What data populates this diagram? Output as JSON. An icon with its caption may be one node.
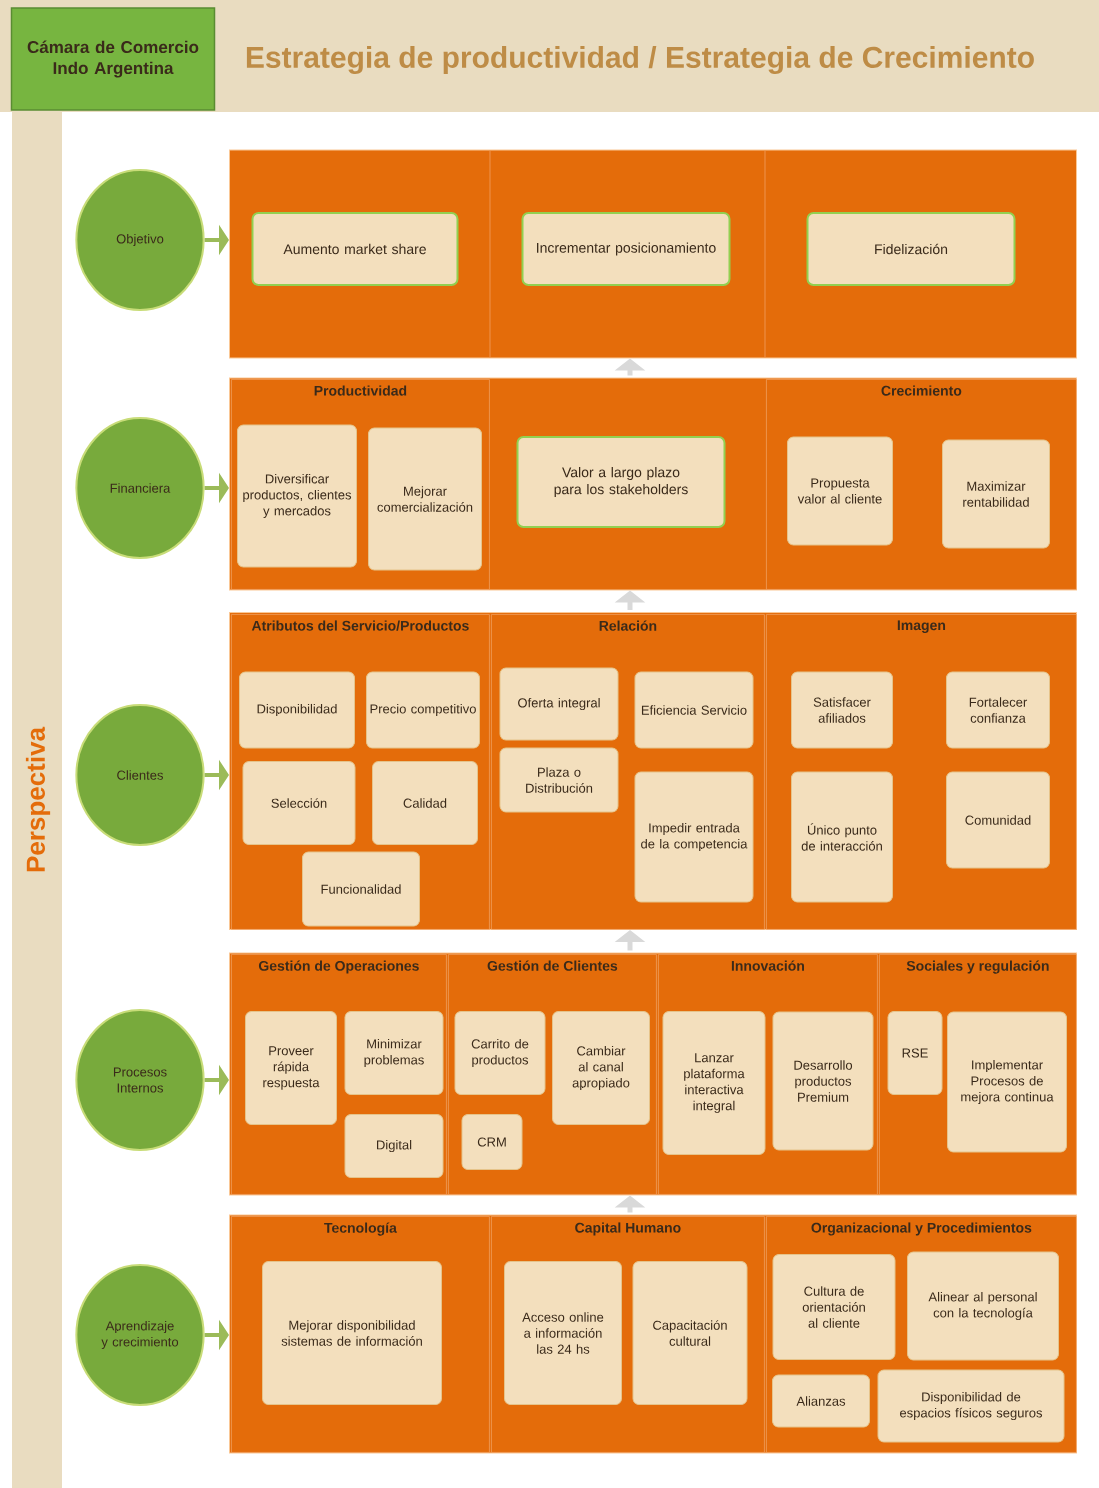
{
  "diagram": {
    "title": "Estrategia de productividad / Estrategia de Crecimiento",
    "nodes": [
      {
        "text": [
          "Cámara de Comercio Indo Argentina"
        ]
      },
      {
        "text": [
          "Objetivo"
        ]
      },
      {
        "text": [],
        "shape": "box"
      },
      {
        "text": [
          "Aumento market share"
        ],
        "in": 2
      },
      {
        "text": [
          "Incrementar posicionamiento"
        ],
        "in": 2
      },
      {
        "text": [
          "Fidelización"
        ],
        "in": 2
      },
      {
        "text": [
          "Financiera"
        ]
      },
      {
        "text": [],
        "shape": "box"
      },
      {
        "text": [
          "Productividad"
        ],
        "in": 7
      },
      {
        "text": [
          "Diversificar productos, clientes y mercados"
        ],
        "in": 8
      },
      {
        "text": [
          "Mejorar comercialización"
        ],
        "in": 8
      },
      {
        "text": [
          "Valor a largo plazo para los stakeholders"
        ],
        "in": 7
      },
      {
        "text": [
          "Crecimiento"
        ],
        "in": 7
      },
      {
        "text": [
          "Propuesta valor al cliente"
        ],
        "in": 12
      },
      {
        "text": [
          "Maximizar rentabilidad"
        ],
        "in": 12
      },
      {
        "text": [
          "Clientes"
        ]
      },
      {
        "text": [],
        "shape": "box"
      },
      {
        "text": [
          "Atributos del Servicio/Productos"
        ],
        "in": 16
      },
      {
        "text": [
          "Disponibilidad"
        ],
        "in": 17
      },
      {
        "text": [
          "Precio competitivo"
        ],
        "in": 17
      },
      {
        "text": [
          "Selección"
        ],
        "in": 17
      },
      {
        "text": [
          "Calidad"
        ],
        "in": 17
      },
      {
        "text": [
          "Funcionalidad"
        ],
        "in": 17
      },
      {
        "text": [
          "Relación"
        ],
        "in": 16
      },
      {
        "text": [
          "Oferta integral"
        ],
        "in": 23
      },
      {
        "text": [
          "Eficiencia Servicio"
        ],
        "in": 23
      },
      {
        "text": [
          "Plaza o Distribución"
        ],
        "in": 23
      },
      {
        "text": [
          "Impedir entrada de la competencia"
        ],
        "in": 23
      },
      {
        "text": [
          "Imagen"
        ],
        "in": 16
      },
      {
        "text": [
          "Satisfacer afiliados"
        ],
        "in": 28
      },
      {
        "text": [
          "Fortalecer confianza"
        ],
        "in": 28
      },
      {
        "text": [
          "Único punto de interacción"
        ],
        "in": 28
      },
      {
        "text": [
          "Comunidad"
        ],
        "in": 28
      },
      {
        "text": [
          "Procesos Internos"
        ]
      },
      {
        "text": [],
        "shape": "box"
      },
      {
        "text": [
          "Gestión de Operaciones"
        ],
        "in": 34
      },
      {
        "text": [
          "Proveer rápida respuesta"
        ],
        "in": 35
      },
      {
        "text": [
          "Minimizar problemas"
        ],
        "in": 35
      },
      {
        "text": [
          "Digital"
        ],
        "in": 35
      },
      {
        "text": [
          "Gestión de Clientes"
        ],
        "in": 34
      },
      {
        "text": [
          "Carrito de productos"
        ],
        "in": 39
      },
      {
        "text": [
          "Cambiar al canal apropiado"
        ],
        "in": 39
      },
      {
        "text": [
          "CRM"
        ],
        "in": 39
      },
      {
        "text": [
          "Innovación"
        ],
        "in": 34
      },
      {
        "text": [
          "Lanzar plataforma interactiva integral"
        ],
        "in": 43
      },
      {
        "text": [
          "Desarrollo productos Premium"
        ],
        "in": 43
      },
      {
        "text": [
          "Sociales y regulación"
        ],
        "in": 34
      },
      {
        "text": [
          "RSE"
        ],
        "in": 46
      },
      {
        "text": [
          "Implementar Procesos de mejora continua"
        ],
        "in": 46
      },
      {
        "text": [
          "Aprendizaje y crecimiento"
        ]
      },
      {
        "text": [],
        "shape": "box"
      },
      {
        "text": [
          "Tecnología"
        ],
        "in": 50
      },
      {
        "text": [
          "Mejorar disponibilidad sistemas de información"
        ],
        "in": 51
      },
      {
        "text": [
          "Capital Humano"
        ],
        "in": 50
      },
      {
        "text": [
          "Acceso online a información las 24 hs"
        ],
        "in": 53
      },
      {
        "text": [
          "Capacitación cultural"
        ],
        "in": 53
      },
      {
        "text": [
          "Organizacional y Procedimientos"
        ],
        "in": 50
      },
      {
        "text": [
          "Cultura de orientación al cliente"
        ],
        "in": 56
      },
      {
        "text": [
          "Alinear al personal con la tecnología"
        ],
        "in": 56
      },
      {
        "text": [
          "Alianzas"
        ],
        "in": 56
      },
      {
        "text": [
          "Disponibilidad de espacios físicos seguros"
        ],
        "in": 56
      }
    ],
    "edges": [
      {
        "from": 1,
        "to": 2,
        "arrow": "to"
      },
      {
        "from": 6,
        "to": 7,
        "arrow": "to"
      },
      {
        "from": 15,
        "to": 16,
        "arrow": "to"
      },
      {
        "from": 33,
        "to": 34,
        "arrow": "to"
      },
      {
        "from": 49,
        "to": 50,
        "arrow": "to"
      },
      {
        "from": 50,
        "to": 34,
        "arrow": "to",
        "color": "#d9d9d9"
      },
      {
        "from": 34,
        "to": 16,
        "arrow": "to",
        "color": "#d9d9d9"
      },
      {
        "from": 16,
        "to": 7,
        "arrow": "to",
        "color": "#d9d9d9"
      },
      {
        "from": 7,
        "to": 2,
        "arrow": "to",
        "color": "#d9d9d9"
      }
    ],
    "labels": [
      "Perspectiva"
    ]
  }
}
